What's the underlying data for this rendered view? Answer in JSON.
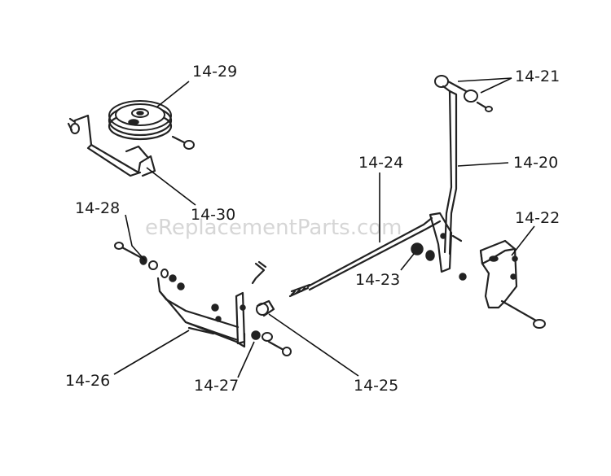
{
  "watermark": "eReplacementParts.com",
  "labels": {
    "p1429": "14-29",
    "p1430": "14-30",
    "p1428": "14-28",
    "p1426": "14-26",
    "p1427": "14-27",
    "p1425": "14-25",
    "p1424": "14-24",
    "p1423": "14-23",
    "p1421": "14-21",
    "p1420": "14-20",
    "p1422": "14-22"
  }
}
